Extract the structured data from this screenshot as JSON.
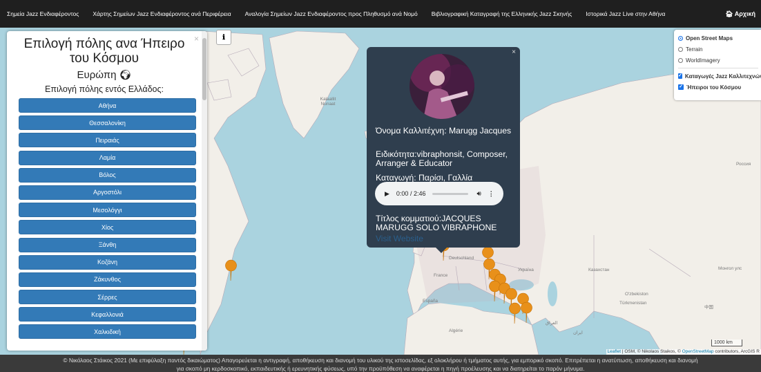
{
  "nav": {
    "items": [
      "Σημεία Jazz Ενδιαφέροντος",
      "Χάρτης Σημείων Jazz Ενδιαφέροντος ανά Περιφέρεια",
      "Αναλογία Σημείων Jazz Ενδιαφέροντος προς Πληθυσμό ανά Νομό",
      "Βιβλιογραφική Καταγραφή της Ελληνικής Jazz Σκηνής",
      "Ιστορικά Jazz Live στην Αθήνα"
    ],
    "home": "Αρχική",
    "home_icon": "home-icon"
  },
  "sidebar": {
    "title": "Επιλογή πόλης ανα Ήπειρο του Κόσμου",
    "continent": "Ευρώπη",
    "continent_icon": "globe-icon",
    "subtitle": "Επιλογή πόλης εντός Ελλάδος:",
    "close": "×",
    "cities": [
      "Αθήνα",
      "Θεσσαλονίκη",
      "Πειραιάς",
      "Λαμία",
      "Βόλος",
      "Αργοστόλι",
      "Μεσολόγγι",
      "Χίος",
      "Ξάνθη",
      "Κοζάνη",
      "Ζάκυνθος",
      "Σέρρες",
      "Κεφαλλονιά",
      "Χαλκιδική"
    ]
  },
  "map": {
    "info_icon": "info-icon",
    "layers": {
      "base": [
        {
          "label": "Open Street Maps",
          "selected": true
        },
        {
          "label": "Terrain",
          "selected": false
        },
        {
          "label": "WorldImagery",
          "selected": false
        }
      ],
      "overlays": [
        {
          "label": "Καταγωγές Jazz Καλλιτεχνών",
          "checked": true
        },
        {
          "label": "Ήπειροι του Κόσμου",
          "checked": true
        }
      ]
    },
    "labels": {
      "greenland": "Kalaallit Nunaat",
      "russia": "Россия",
      "deutschland": "Deutschland",
      "france": "France",
      "espana": "España",
      "ukraina": "Україна",
      "kazakhstan": "Казахстан",
      "mongolia": "Монгол улс",
      "uzbekistan": "O'zbekiston",
      "turkmenistan": "Türkmenistan",
      "china": "中国",
      "algerie": "Algérie",
      "iraq": "العراق",
      "iran": "ایران"
    },
    "scale": "1000 km",
    "attribution": {
      "leaflet": "Leaflet",
      "text": "| OSM, © Nikolaos Staikos, ©",
      "osm": "OpenStreetMap",
      "rest": "contributors, ArcGIS R"
    }
  },
  "popup": {
    "close": "×",
    "name_label": "Όνομα Καλλιτέχνη",
    "name_value": ": Marugg Jacques",
    "specialty_label": "Ειδικότητα",
    "specialty_value": ":vibraphonsit, Composer, Arranger & Educator",
    "origin_label": "Καταγωγή",
    "origin_value": ": Παρίσι, Γαλλία",
    "audio_time": "0:00 / 2:46",
    "track_label": "Τίτλος κομματιού",
    "track_value": ":JACQUES MARUGG SOLO VIBRAPHONE",
    "visit": "Visit Website"
  },
  "footer": {
    "line1": "© Νικόλαος Στάικος 2021 (Με επιφύλαξη παντός δικαιώματος) Απαγορεύεται η αντιγραφή, αποθήκευση και διανομή του υλικού της ιστοσελίδας, εξ ολοκλήρου ή τμήματος αυτής, για εμπορικό σκοπό. Επιτρέπεται η ανατύπωση, αποθήκευση και διανομή",
    "line2": "για σκοπό μη κερδοσκοπικό, εκπαιδευτικής ή ερευνητικής φύσεως, υπό την προϋπόθεση να αναφέρεται η πηγή προέλευσης και να διατηρείται το παρόν μήνυμα."
  },
  "colors": {
    "accent": "#337ab7",
    "marker": "#e8901a",
    "nav_bg": "#1f1f1f",
    "popup_bg": "#2f3e4e"
  }
}
